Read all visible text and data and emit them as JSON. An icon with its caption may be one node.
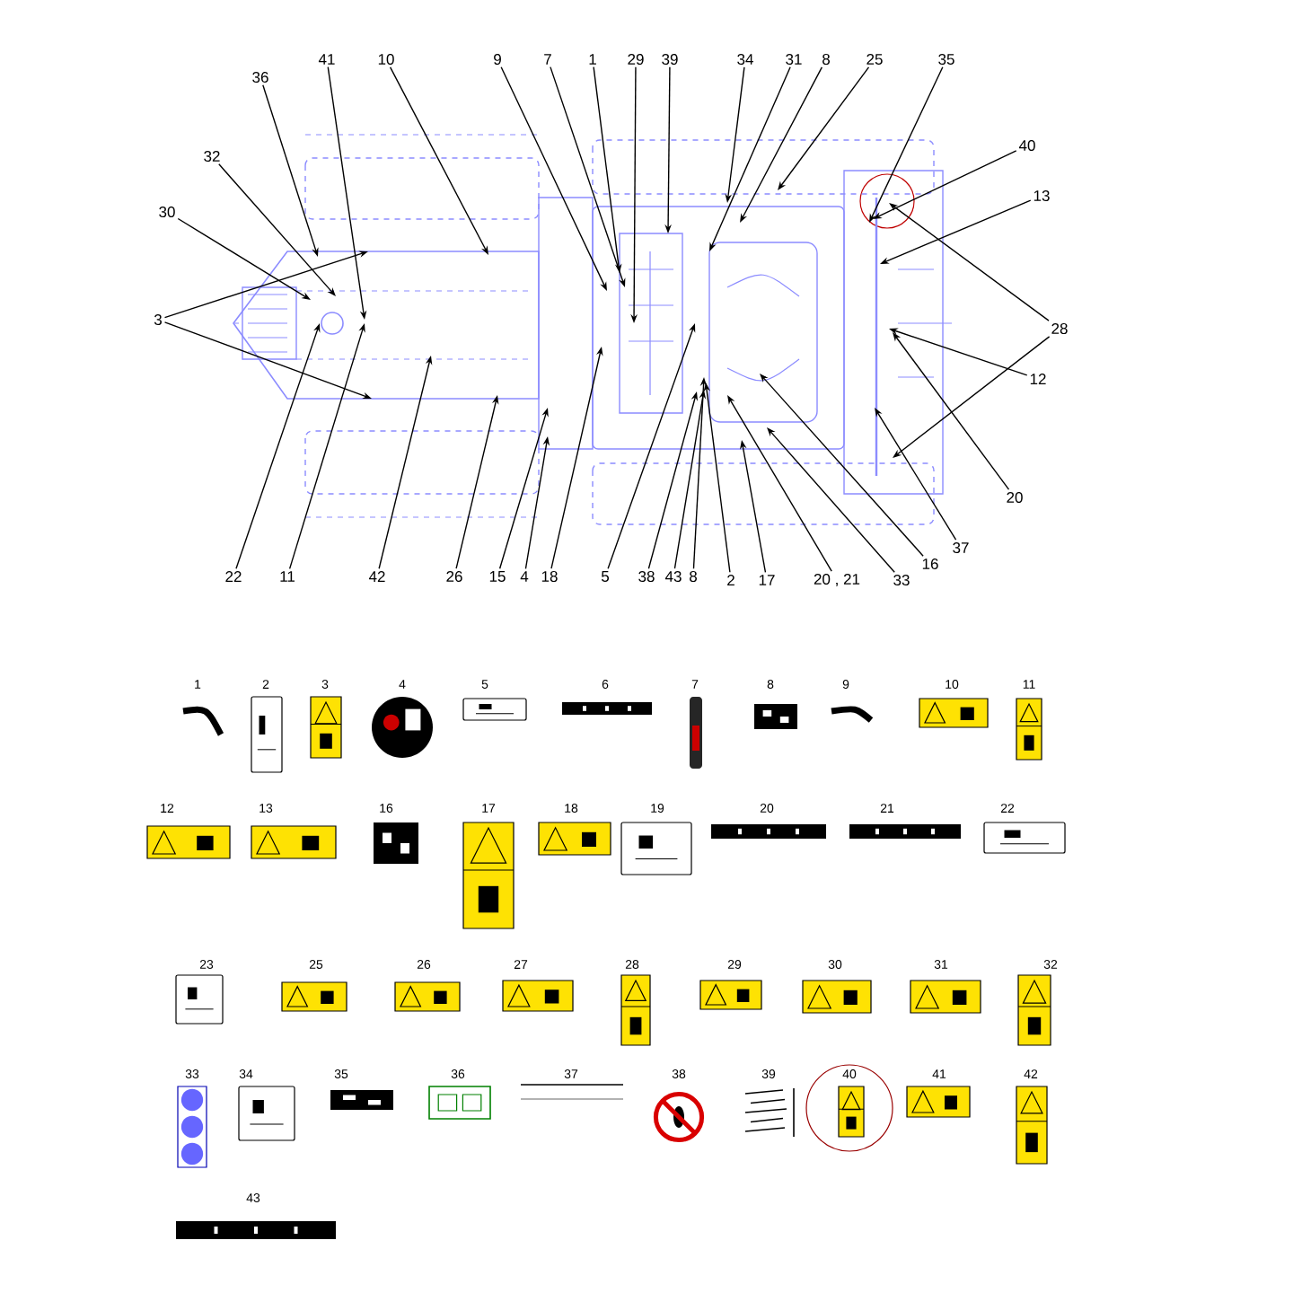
{
  "diagram": {
    "nodes": [
      {
        "text": [],
        "shape": "picture"
      },
      {
        "text": [
          "36"
        ]
      },
      {
        "text": [
          "41"
        ]
      },
      {
        "text": [
          "10"
        ]
      },
      {
        "text": [
          "9"
        ]
      },
      {
        "text": [
          "7"
        ]
      },
      {
        "text": [
          "1"
        ]
      },
      {
        "text": [
          "29"
        ]
      },
      {
        "text": [
          "39"
        ]
      },
      {
        "text": [
          "34"
        ]
      },
      {
        "text": [
          "31"
        ]
      },
      {
        "text": [
          "8"
        ]
      },
      {
        "text": [
          "25"
        ]
      },
      {
        "text": [
          "35"
        ]
      },
      {
        "text": [
          "40"
        ]
      },
      {
        "text": [
          "32"
        ]
      },
      {
        "text": [
          "13"
        ]
      },
      {
        "text": [
          "30"
        ]
      },
      {
        "text": [
          "3"
        ]
      },
      {
        "text": [
          "28"
        ]
      },
      {
        "text": [
          "12"
        ]
      },
      {
        "text": [
          "20"
        ]
      },
      {
        "text": [
          "37"
        ]
      },
      {
        "text": [
          "16"
        ]
      },
      {
        "text": [
          "22"
        ]
      },
      {
        "text": [
          "11"
        ]
      },
      {
        "text": [
          "42"
        ]
      },
      {
        "text": [
          "26"
        ]
      },
      {
        "text": [
          "15"
        ]
      },
      {
        "text": [
          "4"
        ]
      },
      {
        "text": [
          "18"
        ]
      },
      {
        "text": [
          "5"
        ]
      },
      {
        "text": [
          "38"
        ]
      },
      {
        "text": [
          "43"
        ]
      },
      {
        "text": [
          "8"
        ]
      },
      {
        "text": [
          "2"
        ]
      },
      {
        "text": [
          "17"
        ]
      },
      {
        "text": [
          "20 , 21"
        ]
      },
      {
        "text": [
          "33"
        ]
      }
    ],
    "edges": [
      {
        "from": 1,
        "to": 0,
        "arrow": "to"
      },
      {
        "from": 2,
        "to": 0,
        "arrow": "to"
      },
      {
        "from": 3,
        "to": 0,
        "arrow": "to"
      },
      {
        "from": 4,
        "to": 0,
        "arrow": "to"
      },
      {
        "from": 5,
        "to": 0,
        "arrow": "to"
      },
      {
        "from": 6,
        "to": 0,
        "arrow": "to"
      },
      {
        "from": 7,
        "to": 0,
        "arrow": "to"
      },
      {
        "from": 8,
        "to": 0,
        "arrow": "to"
      },
      {
        "from": 9,
        "to": 0,
        "arrow": "to"
      },
      {
        "from": 10,
        "to": 0,
        "arrow": "to"
      },
      {
        "from": 11,
        "to": 0,
        "arrow": "to"
      },
      {
        "from": 12,
        "to": 0,
        "arrow": "to"
      },
      {
        "from": 13,
        "to": 0,
        "arrow": "to"
      },
      {
        "from": 14,
        "to": 0,
        "arrow": "to"
      },
      {
        "from": 15,
        "to": 0,
        "arrow": "to"
      },
      {
        "from": 16,
        "to": 0,
        "arrow": "to"
      },
      {
        "from": 17,
        "to": 0,
        "arrow": "to"
      },
      {
        "from": 18,
        "to": 0,
        "arrow": "to"
      },
      {
        "from": 18,
        "to": 0,
        "arrow": "to"
      },
      {
        "from": 19,
        "to": 0,
        "arrow": "to"
      },
      {
        "from": 19,
        "to": 0,
        "arrow": "to"
      },
      {
        "from": 20,
        "to": 0,
        "arrow": "to"
      },
      {
        "from": 21,
        "to": 0,
        "arrow": "to"
      },
      {
        "from": 22,
        "to": 0,
        "arrow": "to"
      },
      {
        "from": 23,
        "to": 0,
        "arrow": "to"
      },
      {
        "from": 24,
        "to": 0,
        "arrow": "to"
      },
      {
        "from": 25,
        "to": 0,
        "arrow": "to"
      },
      {
        "from": 26,
        "to": 0,
        "arrow": "to"
      },
      {
        "from": 27,
        "to": 0,
        "arrow": "to"
      },
      {
        "from": 28,
        "to": 0,
        "arrow": "to"
      },
      {
        "from": 29,
        "to": 0,
        "arrow": "to"
      },
      {
        "from": 30,
        "to": 0,
        "arrow": "to"
      },
      {
        "from": 31,
        "to": 0,
        "arrow": "to"
      },
      {
        "from": 32,
        "to": 0,
        "arrow": "to"
      },
      {
        "from": 33,
        "to": 0,
        "arrow": "to"
      },
      {
        "from": 34,
        "to": 0,
        "arrow": "to"
      },
      {
        "from": 35,
        "to": 0,
        "arrow": "to"
      },
      {
        "from": 36,
        "to": 0,
        "arrow": "to"
      },
      {
        "from": 37,
        "to": 0,
        "arrow": "to"
      },
      {
        "from": 38,
        "to": 0,
        "arrow": "to"
      }
    ],
    "labels": [
      "1",
      "2",
      "3",
      "4",
      "5",
      "6",
      "7",
      "8",
      "9",
      "10",
      "11",
      "12",
      "13",
      "16",
      "17",
      "18",
      "19",
      "20",
      "21",
      "22",
      "23",
      "25",
      "26",
      "27",
      "28",
      "29",
      "30",
      "31",
      "32",
      "33",
      "34",
      "35",
      "36",
      "37",
      "38",
      "39",
      "40",
      "41",
      "42",
      "43"
    ]
  }
}
